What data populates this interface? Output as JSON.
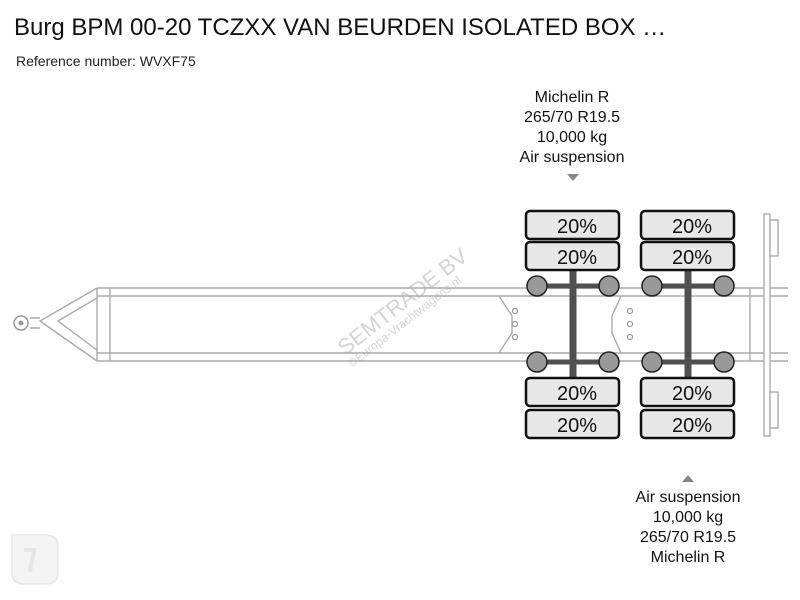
{
  "header": {
    "title": "Burg BPM 00-20 TCZXX VAN BEURDEN ISOLATED BOX …",
    "reference": "Reference number: WVXF75"
  },
  "axle_info_front": [
    "Michelin R",
    "265/70 R19.5",
    "10,000 kg",
    "Air suspension"
  ],
  "axle_info_rear": [
    "Air suspension",
    "10,000 kg",
    "265/70 R19.5",
    "Michelin R"
  ],
  "tires": {
    "axle1_top_outer": "20%",
    "axle1_top_inner": "20%",
    "axle1_bottom_inner": "20%",
    "axle1_bottom_outer": "20%",
    "axle2_top_outer": "20%",
    "axle2_top_inner": "20%",
    "axle2_bottom_inner": "20%",
    "axle2_bottom_outer": "20%"
  },
  "watermark": {
    "brand": "SEMTRADE BV",
    "site": "©Europa-Vrachtwagens.nl"
  },
  "colors": {
    "tire_fill": "#e8e8e8",
    "axle_beam": "#505050",
    "hub": "#999999",
    "frame": "#aaaaaa"
  }
}
